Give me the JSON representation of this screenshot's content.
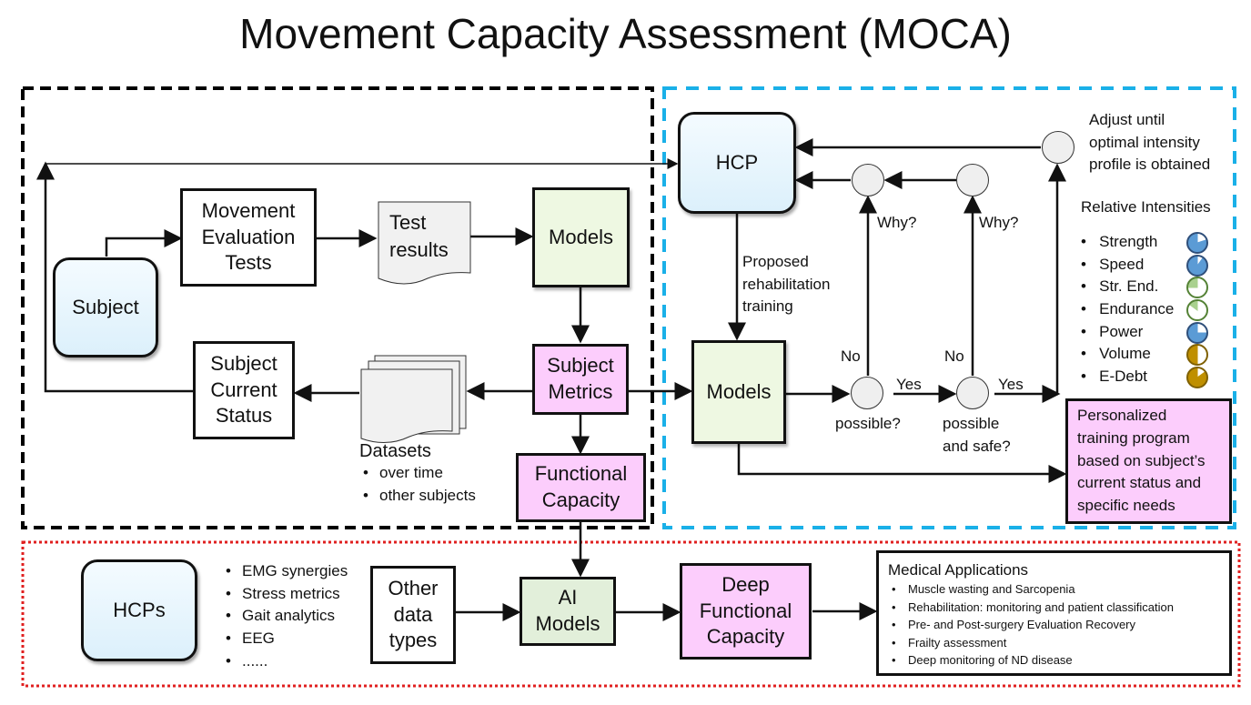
{
  "title": "Movement Capacity Assessment (MOCA)",
  "colors": {
    "left_border": "#000000",
    "right_border": "#1ab0e8",
    "bottom_border": "#e02020",
    "blue_node": "#e6f5fd",
    "green_node": "#eef8e2",
    "pink_node": "#fccdfc",
    "ai_green": "#e2efda",
    "pie_blue": "#5b9bd5",
    "pie_green": "#a9d18e",
    "pie_gold": "#bf8f00"
  },
  "left_panel": {
    "subject": "Subject",
    "movement_tests": [
      "Movement",
      "Evaluation",
      "Tests"
    ],
    "test_results": [
      "Test",
      "results"
    ],
    "models": "Models",
    "subject_metrics": [
      "Subject",
      "Metrics"
    ],
    "subject_status": [
      "Subject",
      "Current",
      "Status"
    ],
    "datasets": {
      "title": "Datasets",
      "items": [
        "over time",
        "other subjects"
      ]
    },
    "functional_capacity": [
      "Functional",
      "Capacity"
    ]
  },
  "right_panel": {
    "hcp": "HCP",
    "proposed": [
      "Proposed",
      "rehabilitation",
      "training"
    ],
    "models": "Models",
    "why1": "Why?",
    "why2": "Why?",
    "no1": "No",
    "no2": "No",
    "yes1": "Yes",
    "yes2": "Yes",
    "possible": "possible?",
    "possible_safe": [
      "possible",
      "and safe?"
    ],
    "adjust": [
      "Adjust until",
      "optimal intensity",
      "profile is obtained"
    ],
    "intensities_title": "Relative Intensities",
    "intensities": [
      {
        "label": "Strength",
        "fraction": 0.8,
        "color": "blue"
      },
      {
        "label": "Speed",
        "fraction": 0.9,
        "color": "blue"
      },
      {
        "label": "Str. End.",
        "fraction": 0.25,
        "color": "green"
      },
      {
        "label": "Endurance",
        "fraction": 0.15,
        "color": "green"
      },
      {
        "label": "Power",
        "fraction": 0.75,
        "color": "blue"
      },
      {
        "label": "Volume",
        "fraction": 0.5,
        "color": "gold"
      },
      {
        "label": "E-Debt",
        "fraction": 0.85,
        "color": "gold"
      }
    ],
    "personalized": [
      "Personalized",
      "training program",
      "based on subject’s",
      "current status and",
      "specific needs"
    ]
  },
  "bottom_panel": {
    "hcps": "HCPs",
    "data_items": [
      "EMG synergies",
      "Stress metrics",
      "Gait analytics",
      "EEG",
      "......"
    ],
    "other_types": [
      "Other",
      "data",
      "types"
    ],
    "ai_models": [
      "AI",
      "Models"
    ],
    "deep_fc": [
      "Deep",
      "Functional",
      "Capacity"
    ],
    "medical": {
      "title": "Medical Applications",
      "items": [
        "Muscle wasting and Sarcopenia",
        "Rehabilitation: monitoring and patient classification",
        "Pre- and Post-surgery Evaluation Recovery",
        "Frailty assessment",
        "Deep monitoring of ND disease"
      ]
    }
  }
}
